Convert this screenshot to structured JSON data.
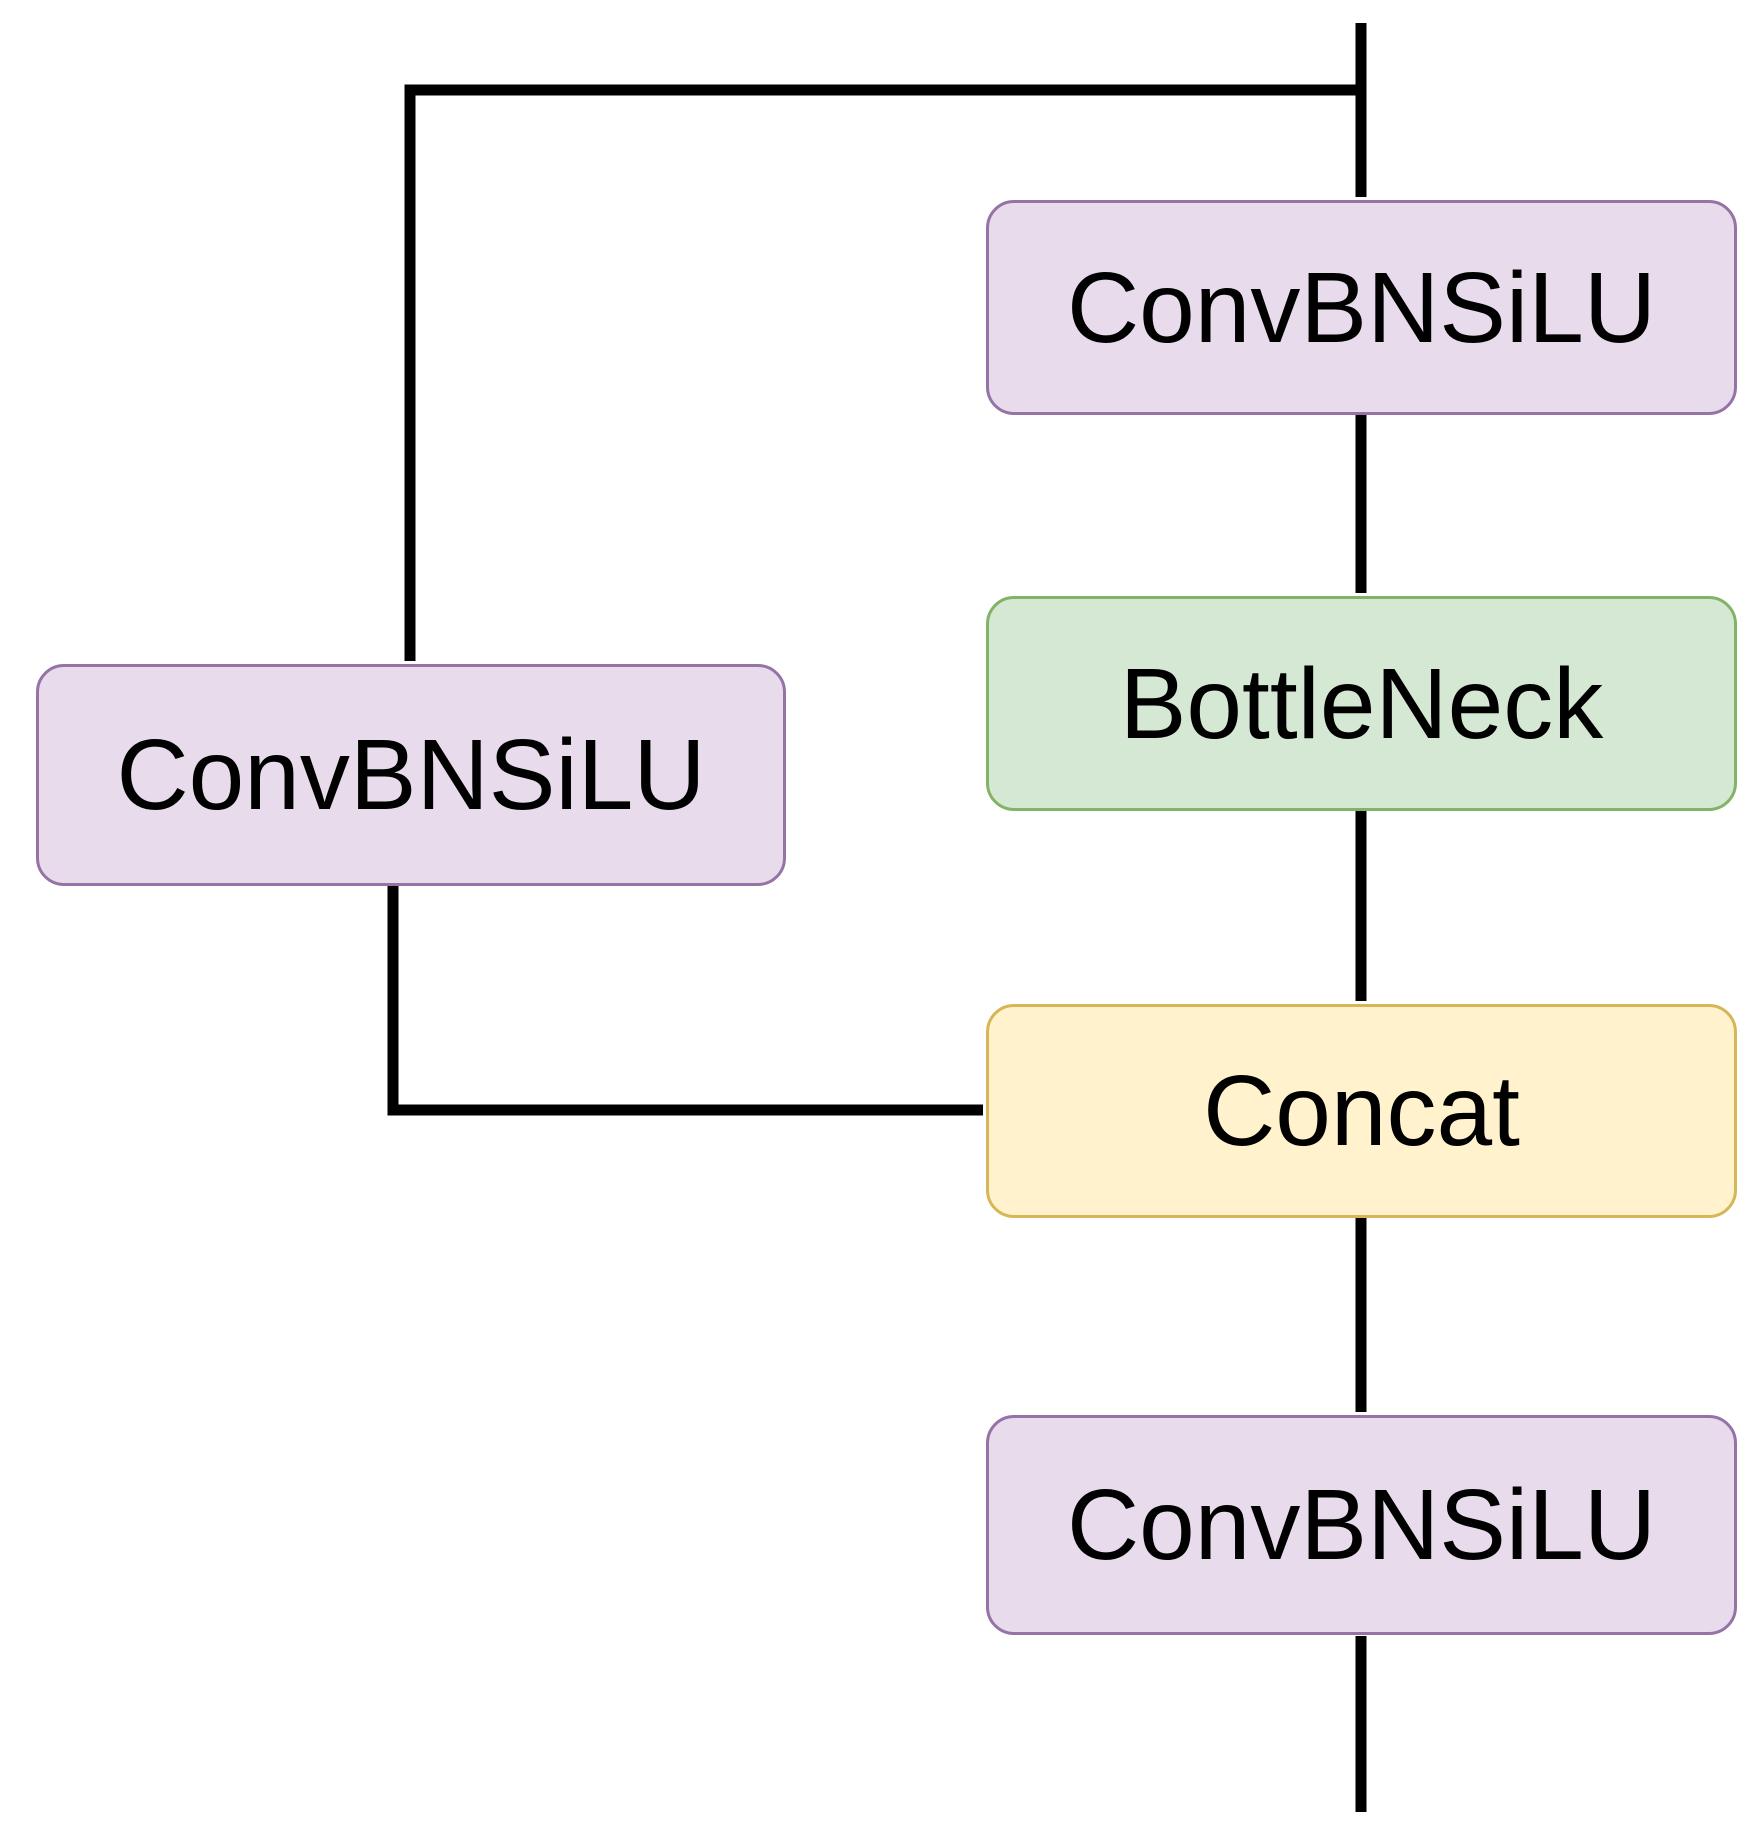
{
  "diagram": {
    "type": "flowchart",
    "nodes": [
      {
        "id": "conv_top",
        "label": "ConvBNSiLU",
        "role": "convolution-block",
        "fill": "#e7dbec",
        "stroke": "#9673a6"
      },
      {
        "id": "bottleneck",
        "label": "BottleNeck",
        "role": "bottleneck-block",
        "fill": "#d5e8d4",
        "stroke": "#82b366"
      },
      {
        "id": "concat",
        "label": "Concat",
        "role": "concatenation",
        "fill": "#fff2cc",
        "stroke": "#d6b656"
      },
      {
        "id": "conv_bottom",
        "label": "ConvBNSiLU",
        "role": "convolution-block",
        "fill": "#e7dbec",
        "stroke": "#9673a6"
      },
      {
        "id": "conv_left",
        "label": "ConvBNSiLU",
        "role": "convolution-block-skip-branch",
        "fill": "#e7dbec",
        "stroke": "#9673a6"
      }
    ],
    "edges": [
      {
        "from": "input",
        "to": "conv_top"
      },
      {
        "from": "input",
        "to": "conv_left"
      },
      {
        "from": "conv_top",
        "to": "bottleneck"
      },
      {
        "from": "bottleneck",
        "to": "concat"
      },
      {
        "from": "conv_left",
        "to": "concat"
      },
      {
        "from": "concat",
        "to": "conv_bottom"
      },
      {
        "from": "conv_bottom",
        "to": "output"
      }
    ],
    "connector_color": "#000000",
    "background_color": "#ffffff",
    "text_color": "#000000"
  }
}
